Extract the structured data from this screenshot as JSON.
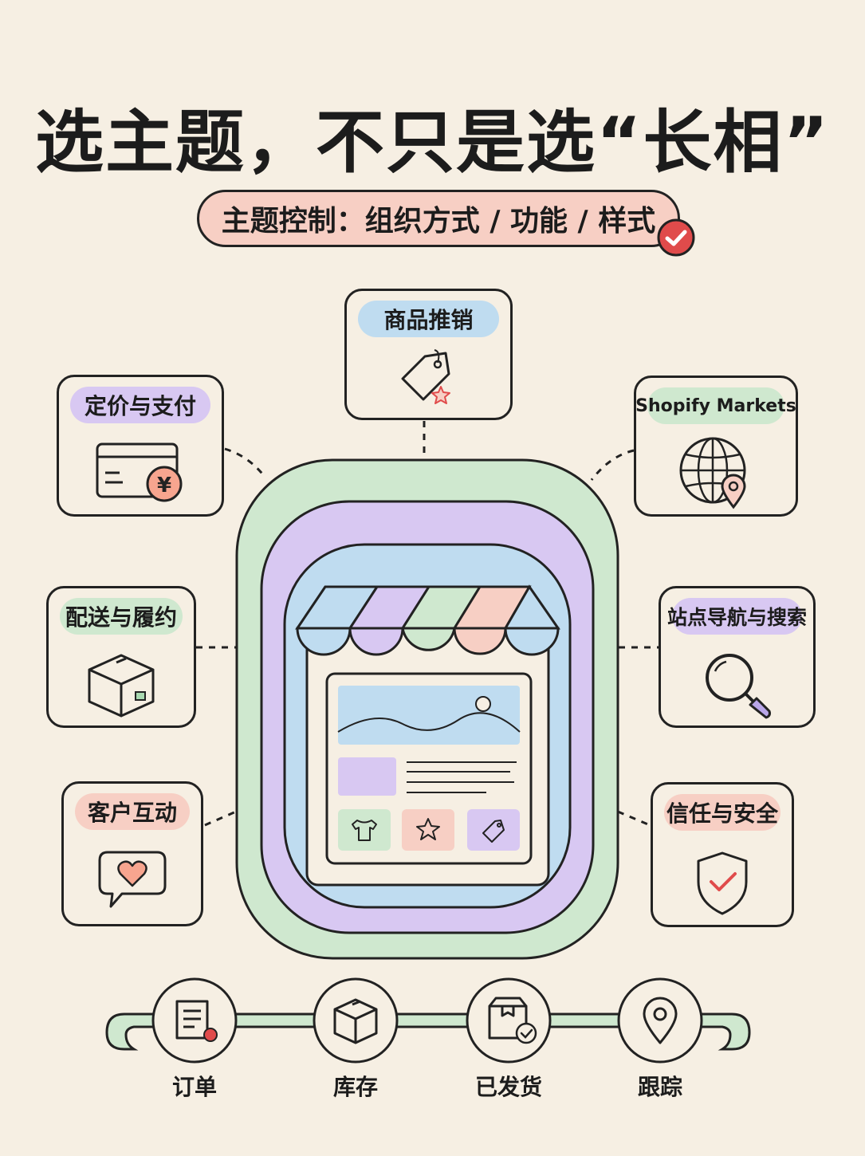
{
  "title": "选主题，不只是选“长相”",
  "subtitle": "主题控制：组织方式 / 功能 / 样式",
  "cards": {
    "top": "商品推销",
    "pricing": "定价与支付",
    "markets": "Shopify Markets",
    "shipping": "配送与履约",
    "navigation": "站点导航与搜索",
    "customer": "客户互动",
    "trust": "信任与安全"
  },
  "timeline": [
    "订单",
    "库存",
    "已发货",
    "跟踪"
  ],
  "icons": {
    "top": "price-tag-star-icon",
    "pricing": "credit-card-yen-icon",
    "markets": "globe-location-icon",
    "shipping": "package-box-icon",
    "navigation": "magnifier-icon",
    "customer": "chat-heart-icon",
    "trust": "shield-check-icon",
    "timeline": [
      "receipt-icon",
      "box-icon",
      "shipped-box-check-icon",
      "location-pin-icon"
    ]
  },
  "colors": {
    "background": "#f6efe3",
    "green": "#cfe8cf",
    "purple": "#d8c8f2",
    "blue": "#bfdcf0",
    "salmon": "#f7cfc4",
    "accent_red": "#e04b4b",
    "outline": "#222222"
  }
}
